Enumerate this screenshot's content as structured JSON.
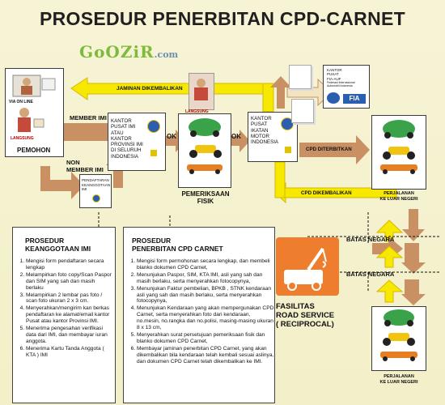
{
  "title": "PROSEDUR PENERBITAN CPD-CARNET",
  "watermark": {
    "name": "GoOZiR",
    "domain": ".com"
  },
  "applicant": {
    "via_online": "VIA ON LINE",
    "langsung": "LANGSUNG",
    "label": "PEMOHON"
  },
  "member_imi": "MEMBER IMI",
  "non_member_imi": "NON\nMEMBER IMI",
  "jaminan_dikembalikan": "JAMINAN DIKEMBALIKAN",
  "langsung_center": "LANGSUNG",
  "kantor_imi": "KANTOR\nPUSAT IMI\nATAU\nKANTOR\nPROVINSI IMI\nDI SELURUH\nINDONESIA",
  "ok1": "OK",
  "ok2": "OK",
  "pemeriksaan_fisik": "PEMERIKSAAN\nFISIK",
  "kantor_pusat_imi_motor": "KANTOR\nPUSAT\nIKATAN\nMOTOR\nINDONESIA",
  "fia_doc": {
    "line1": "KANTOR",
    "line2": "PUSAT",
    "line3": "FIA-AUF",
    "line4": "Federasi Internasional Automobil Indonesia"
  },
  "pendaftaran": "PENDAFTARAN\nKEANGGOTAAN\nIMI",
  "cpd_diterbitkan": "CPD DITERBITKAN",
  "cpd_dikembalikan": "CPD DIKEMBALIKAN",
  "perjalanan_top": "PERJALANAN\nKE LUAR NEGERI",
  "batas_negara_1": "BATAS NEGARA",
  "batas_negara_2": "BATAS NEGARA",
  "fasilitas": "FASILITAS\nROAD SERVICE\n( RECIPROCAL)",
  "perjalanan_bottom": "PERJALANAN\nKE LUAR NEGERI",
  "keanggotaan_panel": {
    "title": "PROSEDUR\nKEANGGOTAAN IMI",
    "steps": [
      "Mengisi form pendaftaran secara lengkap",
      "Melampirkan foto copy/Scan Paspor dan SIM yang sah dan masih berlaku",
      "Melampirkan 2 lembar pas foto / scan foto ukuran 2 x 3 cm.",
      "Menyerahkan/mengirim kan berkas pendaftaran ke alamat/email kantor Pusat atau kantor Provinsi IMI.",
      "Menerima pengesahan verifikasi data dari IMI, dan membayar iuran anggota.",
      "Menerima Kartu Tanda Anggota ( KTA ) IMI"
    ]
  },
  "carnet_panel": {
    "title": "PROSEDUR\nPENERBITAN CPD CARNET",
    "steps": [
      "Mengisi form permohonan  secara lengkap, dan membeli blanko dokumen CPD Carnet,",
      "Menunjukan Paspor, SIM, KTA IMI, asli yang sah dan masih berlaku, serta menyerahkan fotocopynya,",
      "Menunjukan Faktur pembelian, BPKB , STNK kendaraan asli yang sah dan masih berlaku, serta menyerahkan fotocopynya,",
      "Menunjukan Kendaraan yang akan mempergunakan CPD Carnet, serta menyerahkan foto dari kendaraan, no.mesin, no.rangka dan no.polisi, masing-masing  ukuran 8 x 13 cm,",
      "Menyerahkan surat persetujuan pemeriksaan fisik dan blanko dokumen CPD Carnet,",
      "Membayar jaminan penerbitan CPD Carnet, yang akan dikembalikan bila kendaraan telah kembali sesuai aslinya, dan dokumen CPD Carnet telah dikembalikan ke IMI."
    ]
  },
  "colors": {
    "arrow_brown": "#c89063",
    "arrow_yellow": "#f6e800",
    "arrow_yellow_stroke": "#d8b900",
    "title": "#231f20",
    "road_service": "#ee7e2d"
  }
}
